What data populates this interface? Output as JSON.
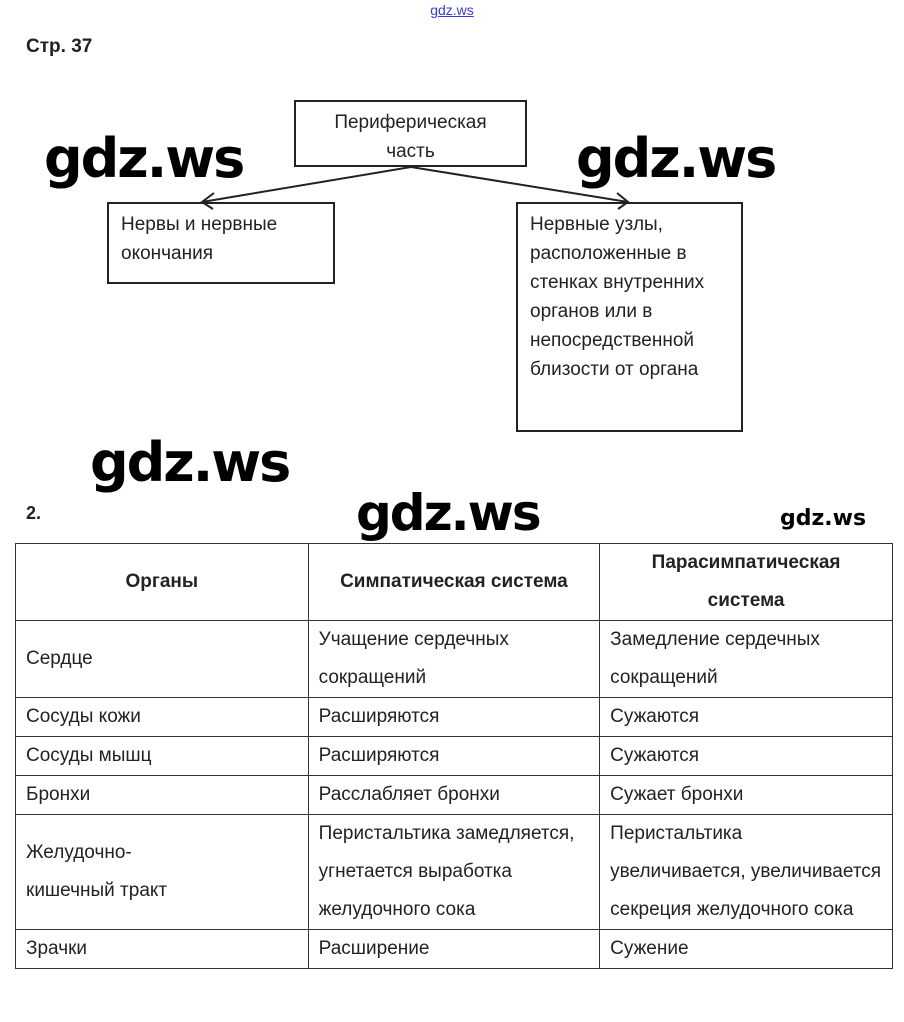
{
  "site_link": "gdz.ws",
  "page_label": "Стр. 37",
  "diagram": {
    "root": "Периферическая часть",
    "left": "Нервы и нервные окончания",
    "right": "Нервные узлы, расположенные в стенках внутренних органов или в непосредственной близости от органа"
  },
  "task_number": "2.",
  "table": {
    "headers": [
      "Органы",
      "Симпатическая система",
      "Парасимпатическая система"
    ],
    "rows": [
      [
        "Сердце",
        "Учащение сердечных сокращений",
        "Замедление сердечных сокращений"
      ],
      [
        "Сосуды кожи",
        "Расширяются",
        "Сужаются"
      ],
      [
        "Сосуды мышц",
        "Расширяются",
        "Сужаются"
      ],
      [
        "Бронхи",
        "Расслабляет бронхи",
        "Сужает бронхи"
      ],
      [
        "Желудочно-кишечный тракт",
        "Перистальтика замедляется, угнетается выработка желудочного сока",
        "Перистальтика увеличивается, увеличивается секреция желудочного сока"
      ],
      [
        "Зрачки",
        "Расширение",
        "Сужение"
      ]
    ]
  },
  "watermark": "gdz.ws"
}
